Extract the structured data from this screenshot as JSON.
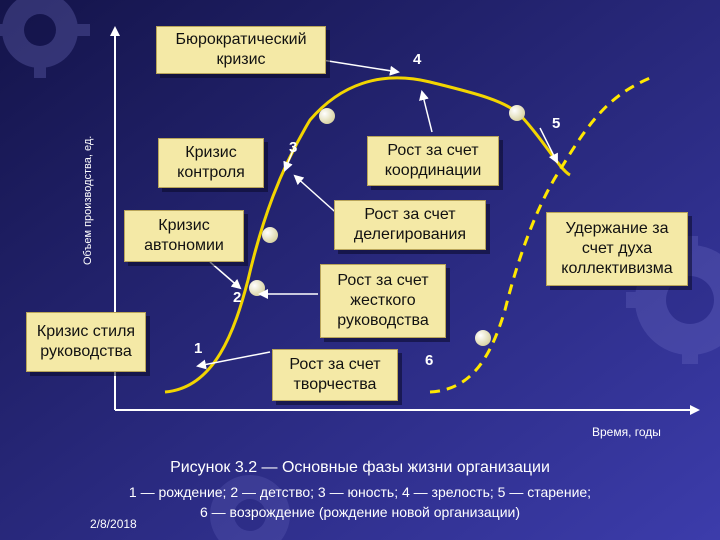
{
  "colors": {
    "background_top": "#1c1c5c",
    "background_bottom": "#3a3aa0",
    "box_fill": "#f4e9a6",
    "solid_curve": "#f2d500",
    "dashed_curve": "#ffe800",
    "axis": "#ffffff",
    "arrow": "#ffffff",
    "marker": "#fffbd0"
  },
  "y_axis_label": "Объем производства, ед.",
  "x_axis_label": "Время, годы",
  "boxes": {
    "bureaucratic_crisis": "Бюрократический\nкризис",
    "control_crisis": "Кризис\nконтроля",
    "coordination_growth": "Рост за счет\nкоординации",
    "delegation_growth": "Рост за счет\nделегирования",
    "autonomy_crisis": "Кризис\nавтономии",
    "directive_growth": "Рост за счет\nжесткого\nруководства",
    "collectivism_retention": "Удержание за\nсчет духа\nколлективизма",
    "leadership_crisis": "Кризис стиля\nруководства",
    "creativity_growth": "Рост за счет\nтворчества"
  },
  "phase_numbers": [
    "1",
    "2",
    "3",
    "4",
    "5",
    "6"
  ],
  "caption": {
    "title": "Рисунок 3.2 — Основные фазы жизни организации",
    "legend": "1 — рождение; 2 — детство; 3 — юность; 4 — зрелость; 5 — старение;\n6 — возрождение (рождение новой организации)"
  },
  "date": "2/8/2018",
  "icons": [
    "gear-icon-top-left",
    "gear-icon-right"
  ]
}
